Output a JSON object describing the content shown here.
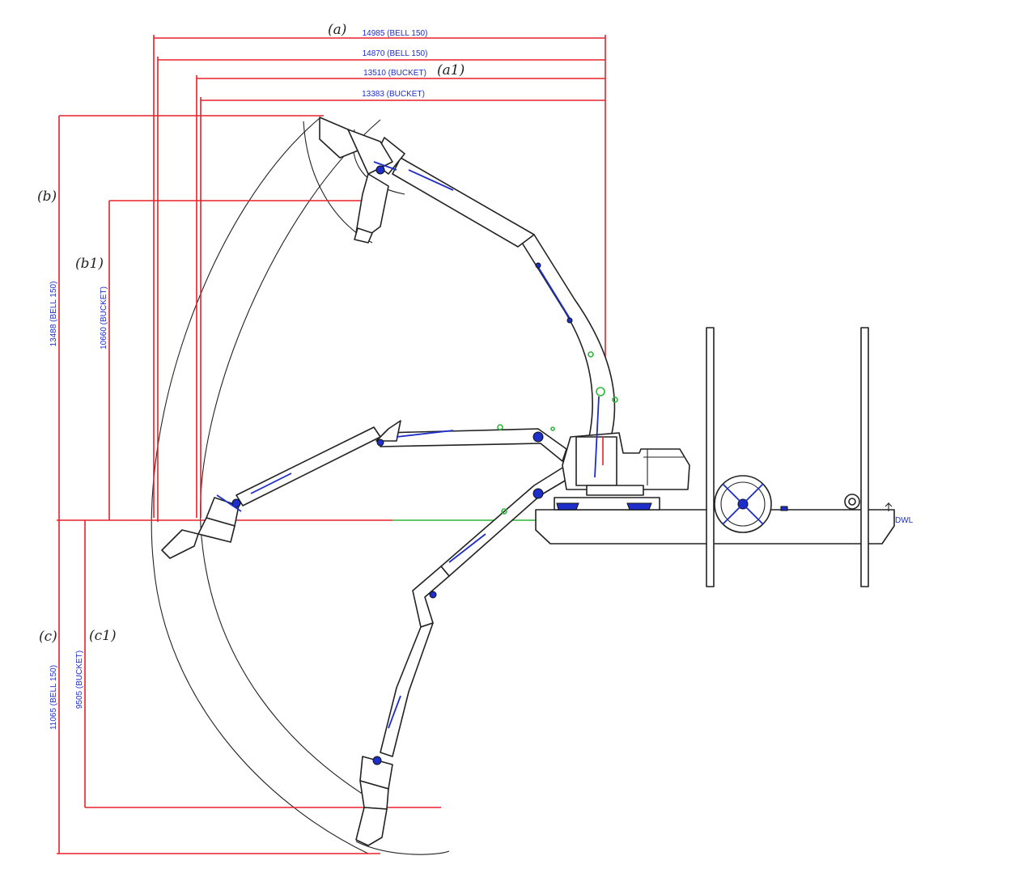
{
  "labels": {
    "a": "(a)",
    "a1": "(a1)",
    "b": "(b)",
    "b1": "(b1)",
    "c": "(c)",
    "c1": "(c1)"
  },
  "dimensions": {
    "a_bell": "14985 (BELL 150)",
    "a2_bell": "14870 (BELL 150)",
    "a1_bucket": "13510 (BUCKET)",
    "a2_bucket": "13383 (BUCKET)",
    "b_bell": "13488 (BELL 150)",
    "b1_bucket": "10660 (BUCKET)",
    "c_bell": "11065 (BELL 150)",
    "c1_bucket": "9505 (BUCKET)"
  },
  "waterline_label": "DWL",
  "colors": {
    "dimension": "#e8202a",
    "dimension_text": "#1d2ec9",
    "hydraulic": "#1d2ec9",
    "waterline": "#2fb53a",
    "structure": "#222222"
  }
}
